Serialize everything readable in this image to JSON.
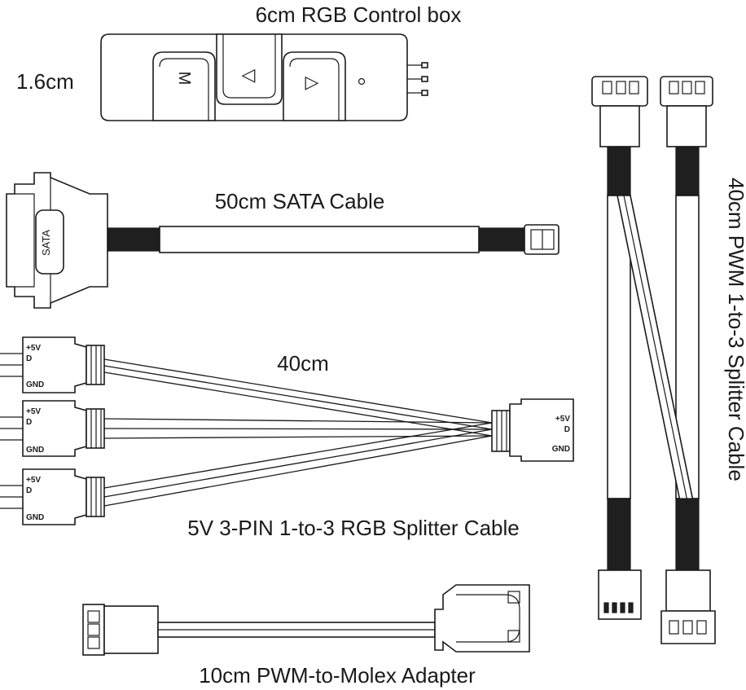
{
  "control_box": {
    "title": "6cm  RGB Control box",
    "height_label": "1.6cm",
    "btn_mode": "M",
    "btn_left": "◁",
    "btn_right": "▷"
  },
  "sata_cable": {
    "label": "50cm   SATA Cable",
    "connector_text": "SATA"
  },
  "rgb_splitter": {
    "length": "40cm",
    "label": "5V 3-PIN 1-to-3 RGB Splitter Cable",
    "pin_5v": "+5V",
    "pin_d": "D",
    "pin_gnd": "GND"
  },
  "pwm_splitter": {
    "label": "40cm   PWM 1-to-3 Splitter Cable"
  },
  "molex_adapter": {
    "label": "10cm  PWM-to-Molex Adapter"
  }
}
